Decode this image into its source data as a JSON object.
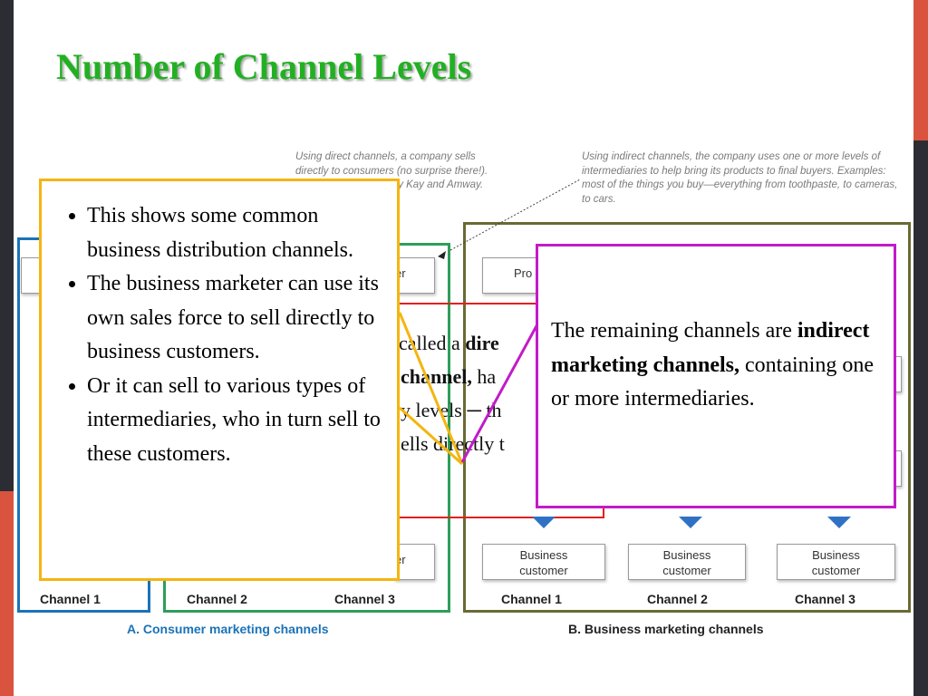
{
  "slide": {
    "title": "Number of Channel Levels",
    "colors": {
      "title": "#22b022",
      "side_bar": "#2c2d34",
      "accent": "#d9533f"
    }
  },
  "figure": {
    "note_left": "Using direct channels, a company sells directly to consumers (no surprise there!). Examples include Mary Kay and Amway.",
    "note_right": "Using indirect channels, the company uses one or more levels of intermediaries to help bring its products to final buyers. Examples: most of the things you buy—everything from toothpaste, to cameras, to cars.",
    "consumer": {
      "section_title": "A. Consumer marketing channels",
      "channel_labels": [
        "Channel 1",
        "Channel 2",
        "Channel 3"
      ],
      "top_box_fragment": "er",
      "bottom_box_fragment": "er"
    },
    "business": {
      "section_title": "B. Business marketing channels",
      "channel_labels": [
        "Channel 1",
        "Channel 2",
        "Channel 3"
      ],
      "producer_fragment": "Pro",
      "customer_label_1": "Business",
      "customer_label_2": "customer"
    },
    "middle_fragments": {
      "line1_a": "called a ",
      "line1_b": "dire",
      "line2_a": "channel,",
      "line2_b": " ha",
      "line3": "y levels ─ th",
      "line4": "ells directly t"
    }
  },
  "callout_left": {
    "bullets": [
      "This shows some common business distribution channels.",
      "The business marketer can use its own sales force to sell directly to business customers.",
      "Or it can sell to various types of intermediaries, who in turn sell to these customers."
    ]
  },
  "callout_right": {
    "text_1": "The remaining channels are ",
    "bold": "indirect marketing channels,",
    "text_2": " containing one or more intermediaries."
  }
}
